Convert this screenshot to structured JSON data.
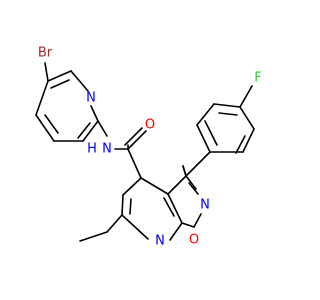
{
  "molecule": {
    "atoms": [
      {
        "id": "br",
        "label": "Br",
        "color": "#A52A2A"
      },
      {
        "id": "np",
        "label": "N",
        "color": "#0000FF"
      },
      {
        "id": "nh",
        "label": "N",
        "color": "#0000FF"
      },
      {
        "id": "h",
        "label": "H",
        "color": "#0000FF"
      },
      {
        "id": "o",
        "label": "O",
        "color": "#FF0000"
      },
      {
        "id": "f",
        "label": "F",
        "color": "#33CC33"
      },
      {
        "id": "niso",
        "label": "N",
        "color": "#0000FF"
      },
      {
        "id": "oiso",
        "label": "O",
        "color": "#FF0000"
      },
      {
        "id": "npy",
        "label": "N",
        "color": "#0000FF"
      }
    ]
  }
}
